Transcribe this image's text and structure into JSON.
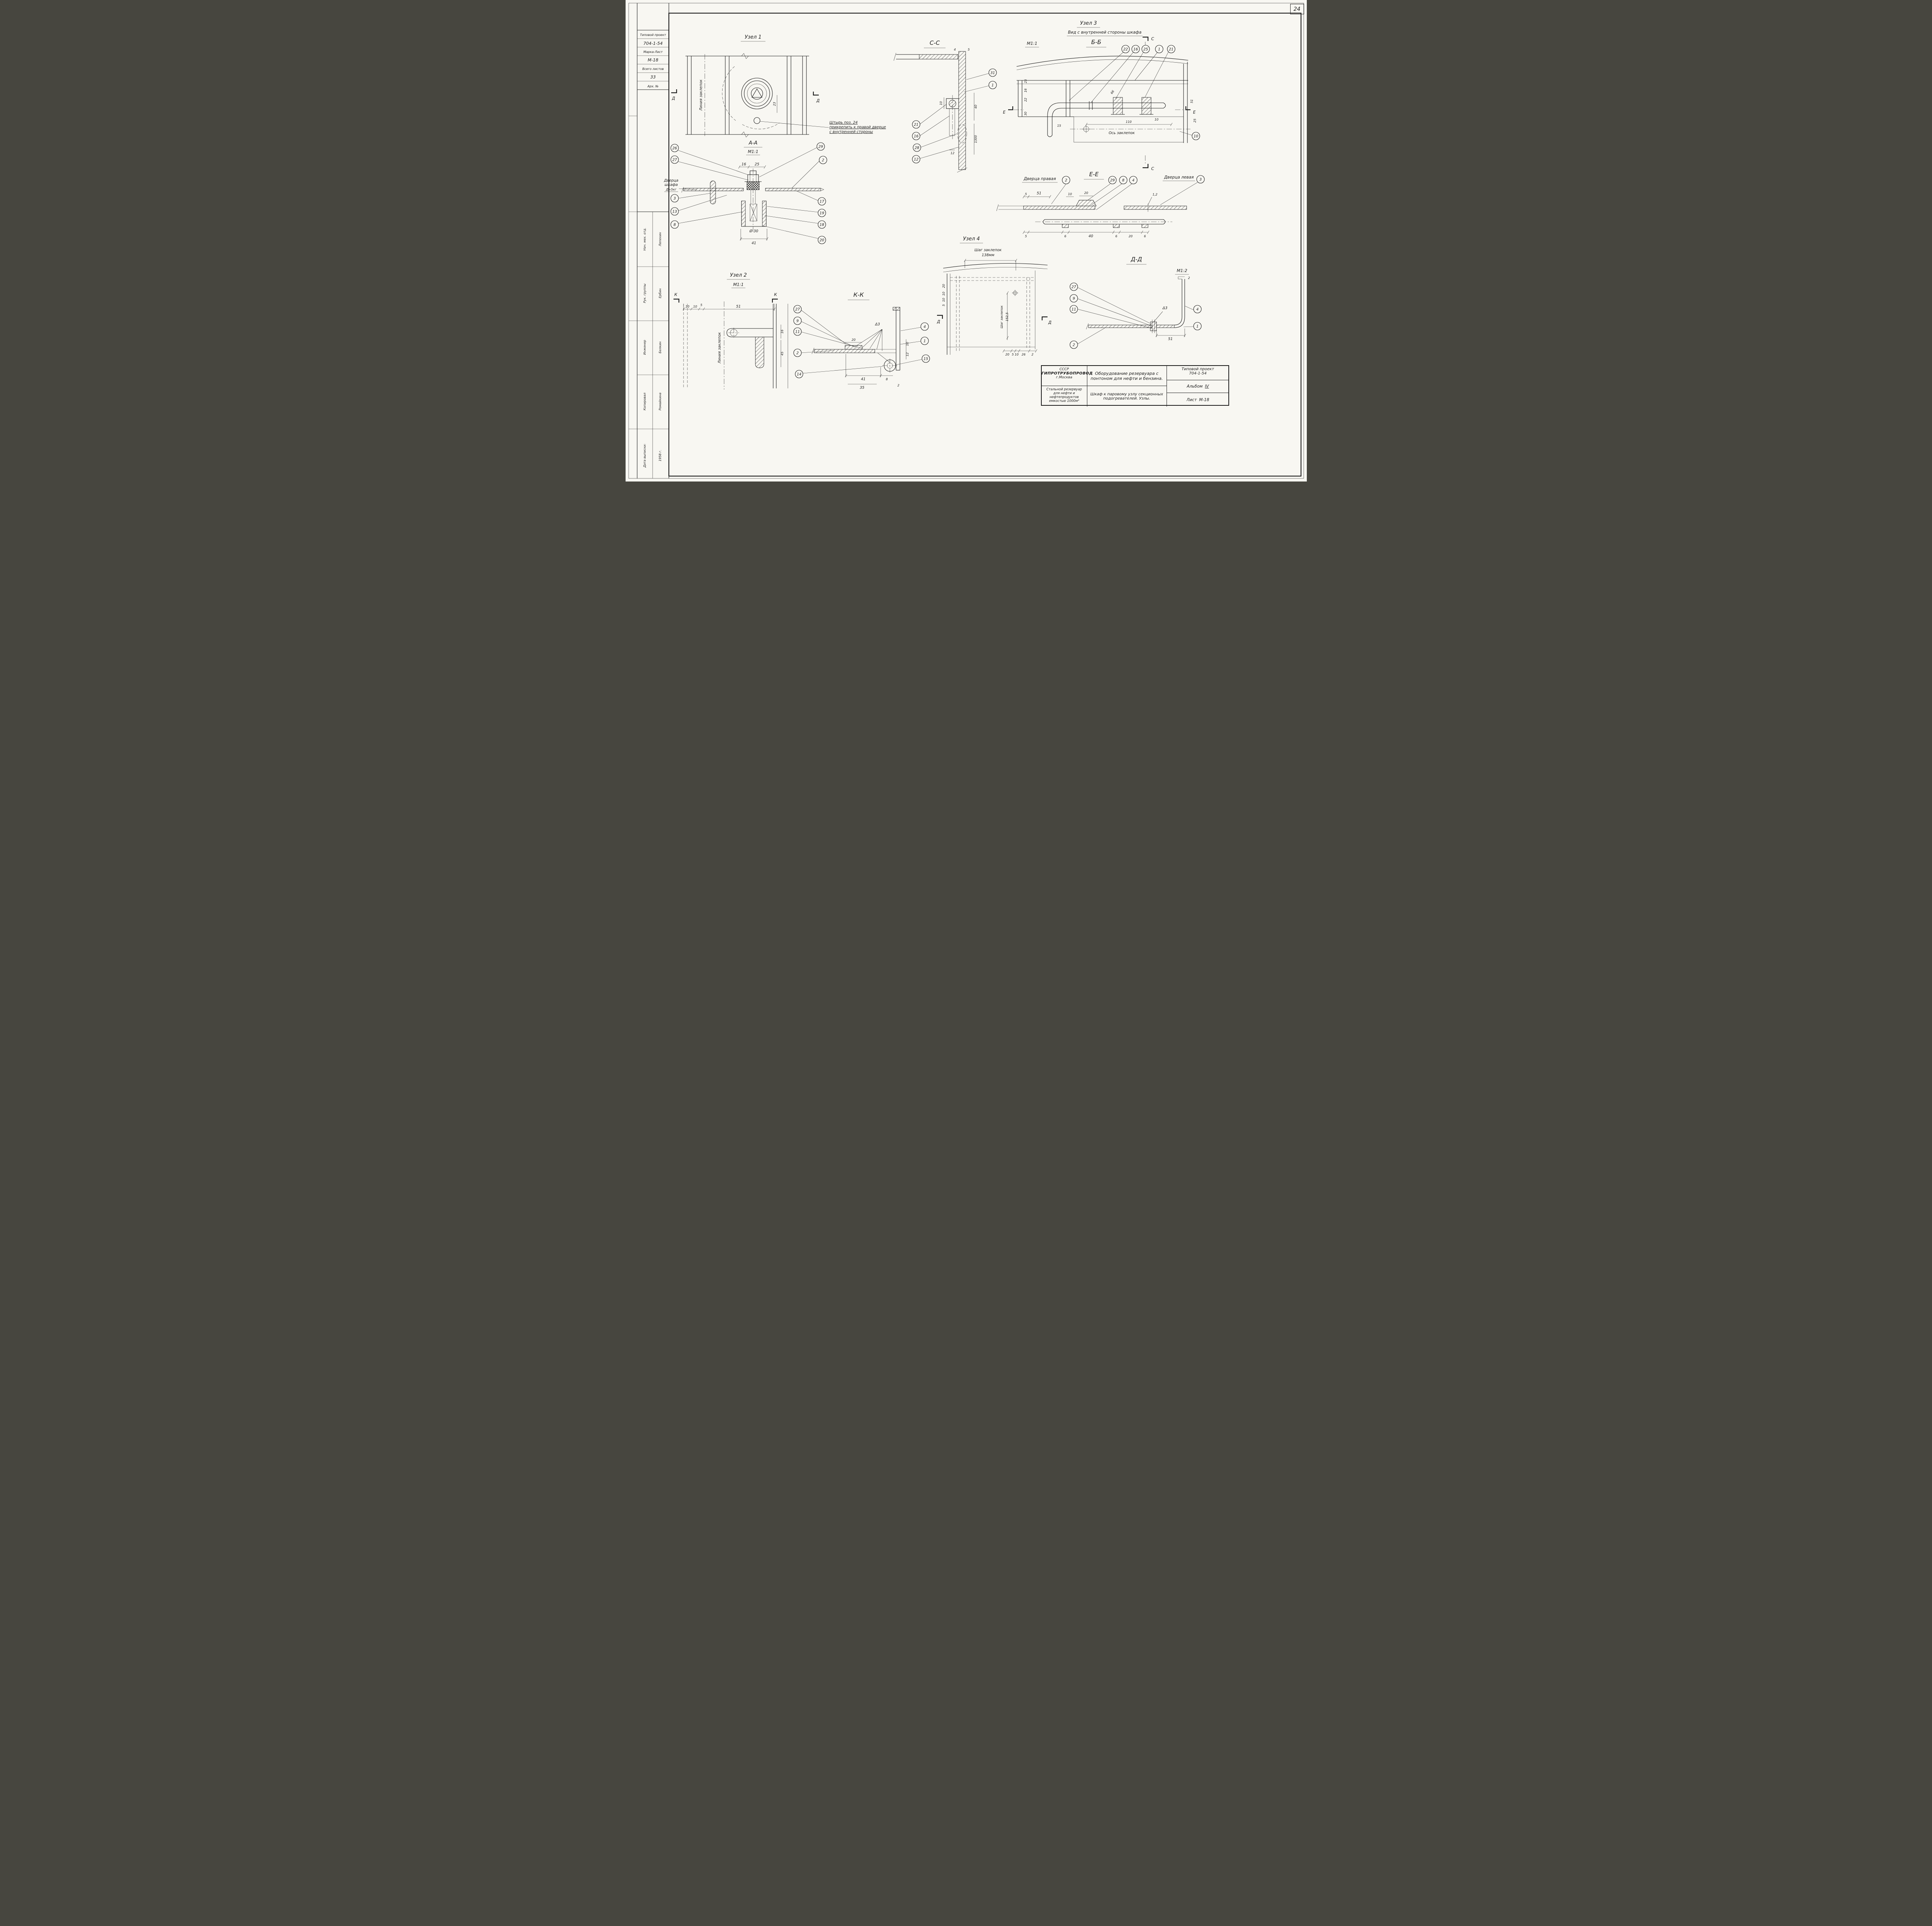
{
  "page": {
    "number": "24"
  },
  "stamp": {
    "header": {
      "project_label": "Типовой проект",
      "project_number": "704-1-54",
      "marka_label": "Марка-Лист",
      "marka": "М-18",
      "sheets_label": "Всего листов",
      "sheets": "33",
      "arch_label": "Арх. №"
    },
    "signatures": [
      {
        "role": "Нач. мех. отд.",
        "name": "Лепехин"
      },
      {
        "role": "Рук. группы",
        "name": "Ербин"
      },
      {
        "role": "Инженер",
        "name": "Белкин"
      },
      {
        "role": "Копировал",
        "name": "Ромайкина"
      },
      {
        "role": "Дата выписки:",
        "name": "1958 г."
      }
    ]
  },
  "annotation": {
    "line1": "Штырь поз. 24",
    "line2": "прикрепить к правой дверце",
    "line3": "с внутренней стороны"
  },
  "views": {
    "uzel1": {
      "title": "Узел 1",
      "marker": "Д",
      "rivet_line": "Линия заклепок",
      "dims": {
        "d23": "23"
      }
    },
    "aa": {
      "title": "А-А",
      "scale": "М1:1",
      "door_line1": "Дверца",
      "door_line2": "шкафа",
      "door_line3": "Д=5кг",
      "callouts": {
        "c26": "26",
        "c27": "27",
        "c3": "3",
        "c13": "13",
        "c8": "8",
        "c29": "29",
        "c2": "2",
        "c17": "17",
        "c19": "19",
        "c18": "18",
        "c20": "20"
      },
      "dims": {
        "d16": "16",
        "d25": "25",
        "d41": "41",
        "dia": "Ø 30"
      }
    },
    "uzel2": {
      "title": "Узел 2",
      "scale": "М1:1",
      "marker": "К",
      "rivet_line": "Линия заклепок",
      "dims": {
        "d10a": "10",
        "d10b": "10",
        "d5": "5",
        "d51": "51",
        "d16": "16",
        "d45": "45"
      }
    },
    "kk": {
      "title": "К-К",
      "weld": "Δ3",
      "callouts": {
        "c27": "27",
        "c9": "9",
        "c11": "11",
        "c2": "2",
        "c14": "14",
        "c4": "4",
        "c1": "1",
        "c15": "15"
      },
      "dims": {
        "d20": "20",
        "d41": "41",
        "d35": "35",
        "d8": "8",
        "d2": "2",
        "d10": "10",
        "d12": "12"
      }
    },
    "cc": {
      "title": "С-С",
      "callouts": {
        "c31": "31",
        "c1": "1",
        "c21": "21",
        "c16": "16",
        "c28": "28",
        "c12": "12"
      },
      "dims": {
        "d4": "4",
        "d5": "5",
        "d10": "10",
        "d40": "40",
        "d1300": "1300",
        "d12": "12"
      }
    },
    "uzel3": {
      "title": "Узел 3",
      "subtitle": "Вид с внутренней стороны шкафа",
      "scale": "М1:1",
      "section": "Б-Б",
      "marker_e": "Е",
      "marker_c": "С",
      "axis_label": "Ось заклепок",
      "callouts": {
        "c22": "22",
        "c16": "16",
        "c25": "25",
        "c1": "1",
        "c21": "21",
        "c10": "10"
      },
      "dims": {
        "d25": "25",
        "d16": "16",
        "d22": "22",
        "d30": "30",
        "d15": "15",
        "d66": "66",
        "d110": "110",
        "d10": "10",
        "d51": "51",
        "d25r": "25"
      }
    },
    "ee": {
      "title": "Е-Е",
      "door_right": "Дверца правая",
      "door_left": "Дверца левая",
      "callouts": {
        "c2": "2",
        "c3": "3",
        "c29": "29",
        "c8": "8",
        "c4": "4"
      },
      "dims": {
        "t5": "5",
        "t51": "51",
        "t10": "10",
        "t20": "20",
        "t12": "1,2",
        "b5": "5",
        "b6a": "6",
        "b40": "40",
        "b6b": "6",
        "b20": "20",
        "b6c": "6"
      }
    },
    "uzel4": {
      "title": "Узел 4",
      "pitch_label": "Шаг заклепок",
      "pitch_value": "138мм",
      "side_label": "Шаг заклепок",
      "side_value": "152,5",
      "marker": "Д",
      "dims": {
        "l20": "20",
        "l10a": "10",
        "l10b": "10",
        "l5": "5",
        "b20": "20",
        "b5": "5",
        "b10": "10",
        "b26": "26",
        "b2": "2"
      }
    },
    "dd": {
      "title": "Д-Д",
      "scale": "М1:2",
      "weld": "Δ3",
      "callouts": {
        "c27": "27",
        "c9": "9",
        "c11": "11",
        "c4": "4",
        "c1": "1",
        "c2": "2"
      },
      "dims": {
        "d2": "2",
        "d51": "51"
      }
    }
  },
  "title_block": {
    "country": "СССР",
    "org": "ГИПРОТРУБОПРОВОД",
    "city": "г.Москва",
    "object_title": "Стальной резервуар для нефти и нефтепродуктов емкостью 1000м³",
    "project_title": "Оборудование резервуара с понтоном для нефти и бензина.",
    "sheet_title": "Шкаф к паровому узлу секционных подогревателей. Узлы.",
    "type_label": "Типовой проект",
    "type_number": "704-1-54",
    "album_label": "Альбом",
    "album_number": "IV",
    "sheet_label": "Лист",
    "sheet_number": "М-18"
  }
}
